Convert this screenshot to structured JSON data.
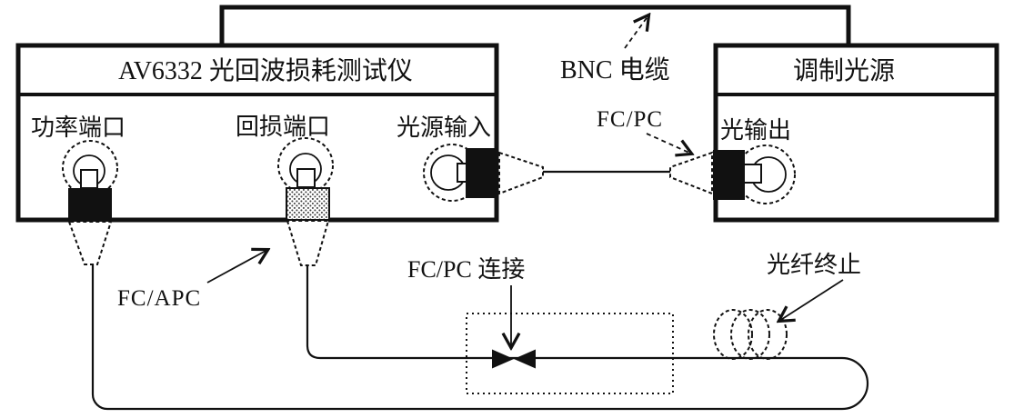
{
  "colors": {
    "ink": "#111111",
    "background": "#ffffff"
  },
  "tester": {
    "title": "AV6332 光回波损耗测试仪",
    "power_port_label": "功率端口",
    "return_loss_port_label": "回损端口",
    "source_input_port_label": "光源输入"
  },
  "light_source": {
    "title": "调制光源",
    "output_port_label": "光输出"
  },
  "annotations": {
    "bnc_cable": "BNC 电缆",
    "fc_pc": "FC/PC",
    "fc_apc": "FC/APC",
    "fc_pc_connection": "FC/PC 连接",
    "fiber_termination": "光纤终止"
  }
}
